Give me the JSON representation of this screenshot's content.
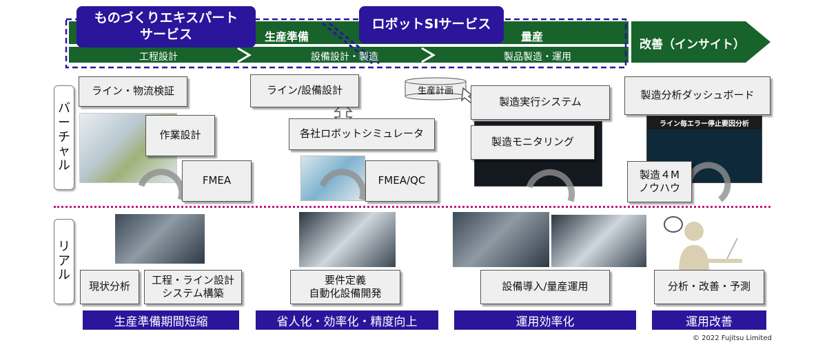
{
  "process": {
    "phases": {
      "prep": "生産準備",
      "mass": "量産",
      "improve": "改善（インサイト）"
    },
    "subs": {
      "process_design": "工程設計",
      "equipment_design": "設備設計・製造",
      "production": "製品製造・運用"
    }
  },
  "services": {
    "expert": "ものづくりエキスパート\nサービス",
    "robot_si": "ロボットSIサービス"
  },
  "sides": {
    "virtual": [
      "バ",
      "ー",
      "チ",
      "ャ",
      "ル"
    ],
    "real": [
      "リ",
      "ア",
      "ル"
    ]
  },
  "virtual": {
    "line_verify": "ライン・物流検証",
    "work_design": "作業設計",
    "fmea1": "FMEA",
    "line_equip_design": "ライン/設備設計",
    "robot_sim": "各社ロボットシミュレータ",
    "fmea_qc": "FMEA/QC",
    "prod_plan": "生産計画",
    "mes": "製造実行システム",
    "monitoring": "製造モニタリング",
    "dashboard": "製造分析ダッシュボード",
    "dashboard_screen_title": "ライン毎エラー停止要因分析",
    "know_how": "製造４M\nノウハウ"
  },
  "real": {
    "current_analysis": "現状分析",
    "line_design": "工程・ライン設計\nシステム構築",
    "requirements": "要件定義\n自動化設備開発",
    "install": "設備導入/量産運用",
    "analysis": "分析・改善・予測"
  },
  "results": {
    "r1": "生産準備期間短縮",
    "r2": "省人化・効率化・精度向上",
    "r3": "運用効率化",
    "r4": "運用改善"
  },
  "copyright": "© 2022 Fujitsu Limited",
  "colors": {
    "green": "#17632b",
    "navy": "#2b159b",
    "divider": "#c0157f",
    "box": "#efefef"
  }
}
